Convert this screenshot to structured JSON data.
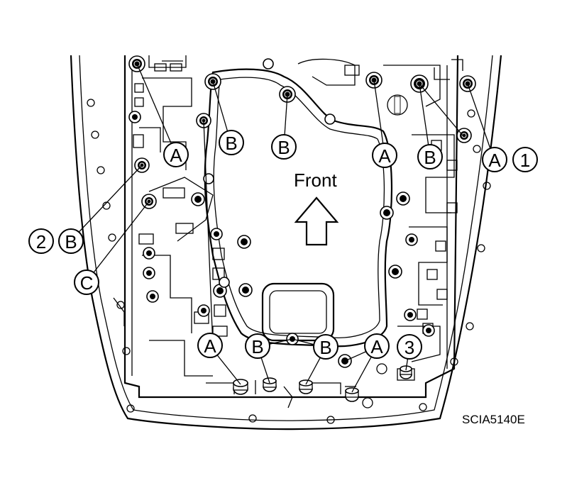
{
  "diagram": {
    "direction_label": "Front",
    "figure_code": "SCIA5140E",
    "callouts": [
      {
        "id": "a-top-left",
        "text": "A"
      },
      {
        "id": "b-top-left",
        "text": "B"
      },
      {
        "id": "b-top-center",
        "text": "B"
      },
      {
        "id": "a-top-right",
        "text": "A"
      },
      {
        "id": "b-top-right",
        "text": "B"
      },
      {
        "id": "a-far-right",
        "text": "A"
      },
      {
        "id": "num-1",
        "text": "1"
      },
      {
        "id": "num-2",
        "text": "2"
      },
      {
        "id": "b-left",
        "text": "B"
      },
      {
        "id": "c-left",
        "text": "C"
      },
      {
        "id": "a-bottom-left",
        "text": "A"
      },
      {
        "id": "b-bottom-1",
        "text": "B"
      },
      {
        "id": "b-bottom-2",
        "text": "B"
      },
      {
        "id": "a-bottom-right",
        "text": "A"
      },
      {
        "id": "num-3",
        "text": "3"
      }
    ]
  }
}
